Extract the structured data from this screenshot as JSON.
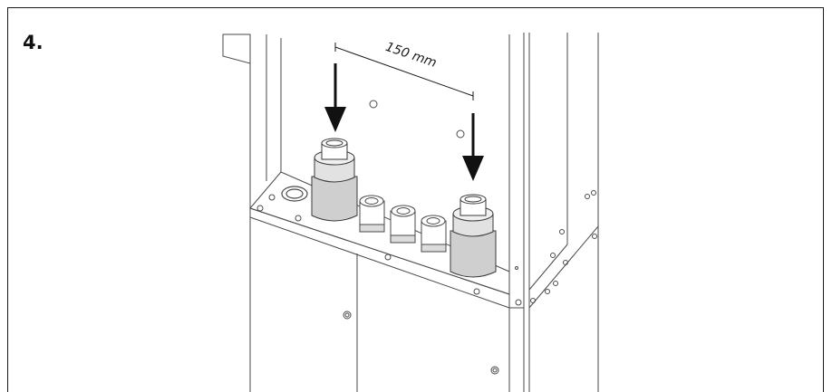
{
  "step": {
    "number": "4."
  },
  "dimension": {
    "label": "150 mm"
  },
  "colors": {
    "line": "#3a3a3a",
    "fitting_fill": "#cfcfcf",
    "fitting_top": "#e6e6e6",
    "arrow": "#111111"
  },
  "icons": [
    "step-number-label",
    "arrow-down-icon",
    "cable-gland-icon",
    "screw-icon"
  ]
}
